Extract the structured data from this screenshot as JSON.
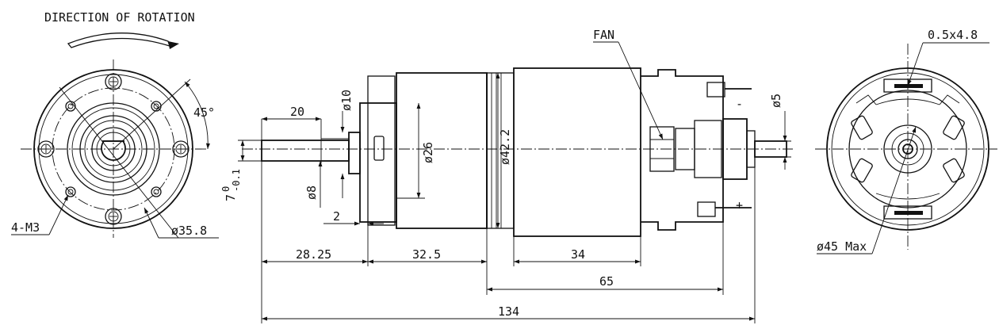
{
  "labels": {
    "direction_of_rotation": "DIRECTION OF ROTATION",
    "angle": "45°",
    "mount_holes": "4-M3",
    "pcd": "ø35.8",
    "fan": "FAN",
    "terminal_size": "0.5x4.8",
    "max_diameter": "ø45 Max",
    "minus": "-",
    "plus": "+"
  },
  "dimensions": {
    "shaft_length": "20",
    "shaft_dia": "ø8",
    "flat": "7",
    "flat_tol_upper": "0",
    "flat_tol_lower": "-0.1",
    "boss_dia": "ø10",
    "boss_height": "2",
    "gearbox_dia": "ø26",
    "motor_dia": "ø42.2",
    "rear_shaft_dia": "ø5",
    "front_length": "28.25",
    "gearbox_length": "32.5",
    "motor_length": "34",
    "motor_total": "65",
    "overall": "134"
  }
}
